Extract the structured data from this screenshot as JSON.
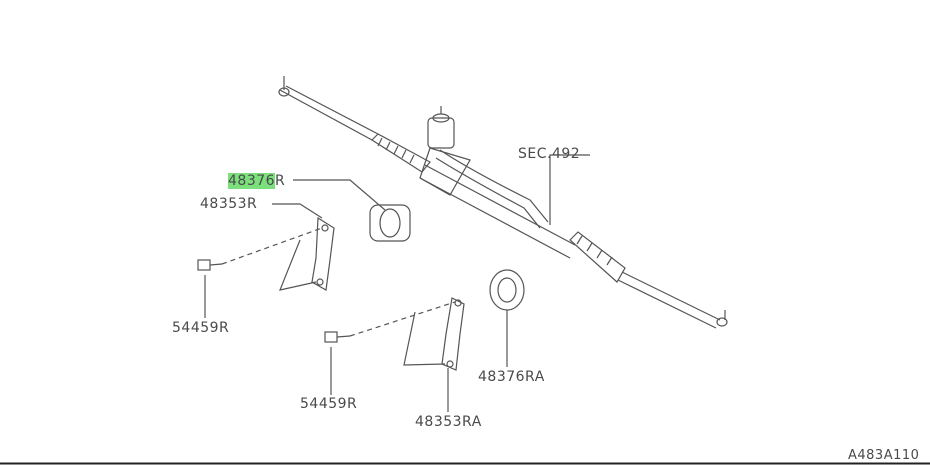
{
  "diagram": {
    "highlight_color": "#7be07b",
    "labels": {
      "rack_bushing_right_highlight": "48376",
      "rack_bushing_right_suffix": "R",
      "clamp_right": "48353R",
      "section_ref": "SEC.492",
      "bolt_right": "54459R",
      "rack_bushing_left": "48376RA",
      "bolt_left": "54459R",
      "clamp_left": "48353RA",
      "figure_code": "A483A110"
    }
  }
}
